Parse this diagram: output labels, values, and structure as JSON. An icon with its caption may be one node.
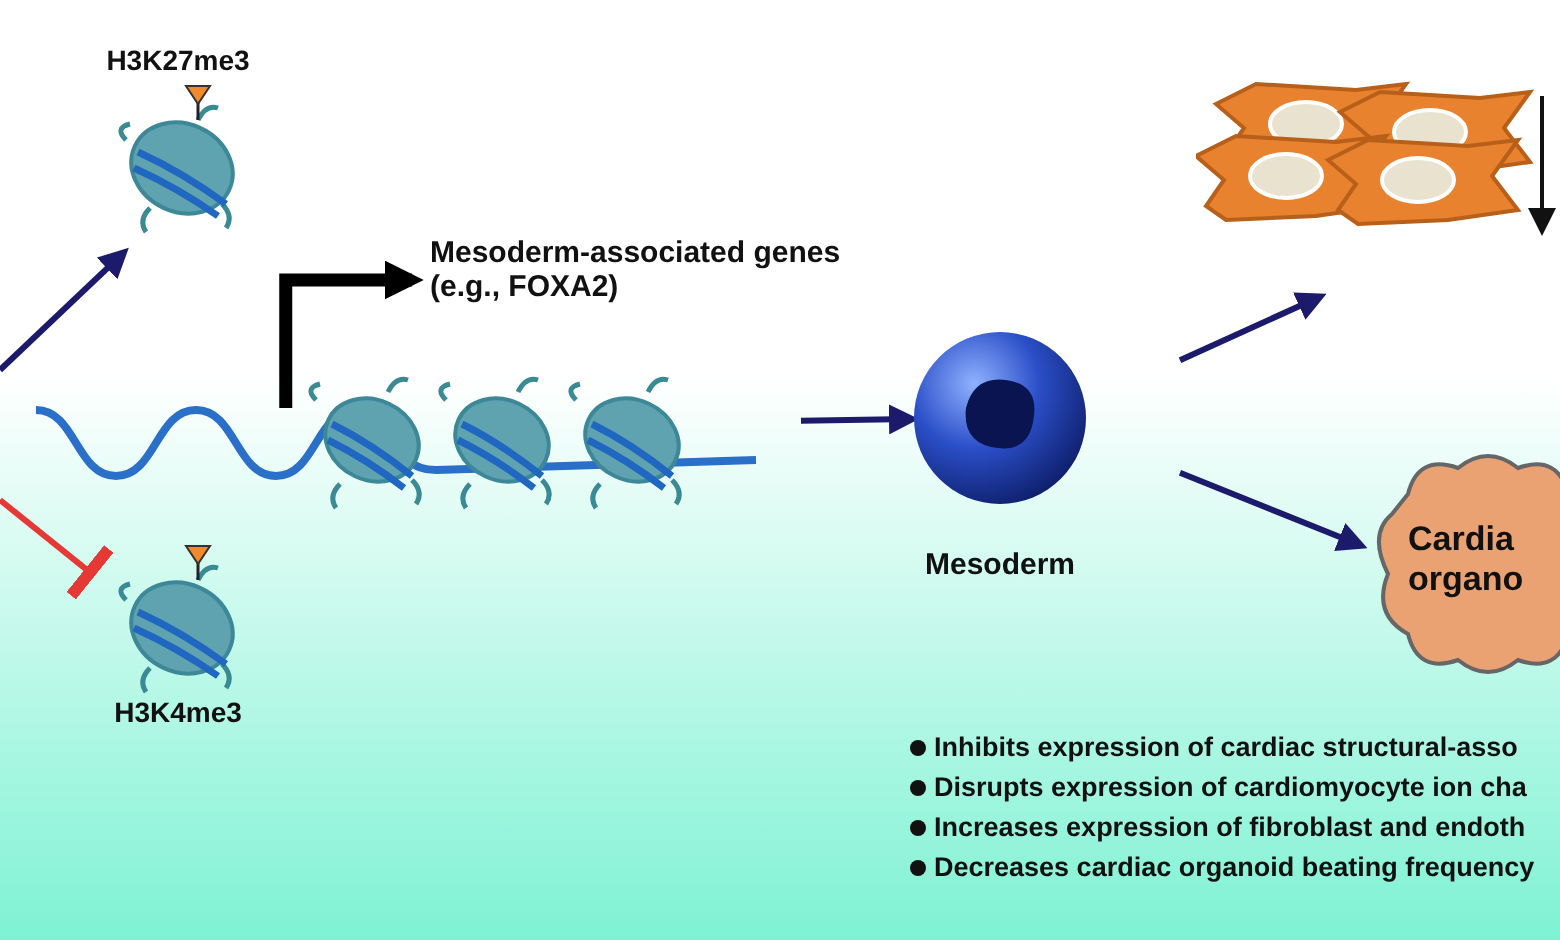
{
  "diagram": {
    "nodes": [
      {
        "text": [
          "H3K27me3"
        ]
      },
      {
        "text": [
          "H3K4me3"
        ]
      },
      {
        "text": [],
        "shape": "picture"
      },
      {
        "text": [
          "Mesoderm-associated genes (e.g., FOXA2)"
        ]
      },
      {
        "text": [
          "Mesoderm"
        ]
      },
      {
        "text": [],
        "shape": "picture"
      },
      {
        "text": [
          "Cardia organo"
        ]
      }
    ],
    "edges": [
      {
        "from": null,
        "to": 0,
        "arrow": "to"
      },
      {
        "from": null,
        "to": 1,
        "arrow": "other",
        "color": "#e53935"
      },
      {
        "from": 2,
        "to": 3,
        "arrow": "to",
        "style": "thick",
        "color": "#000000"
      },
      {
        "from": 2,
        "to": 4,
        "arrow": "to"
      },
      {
        "from": 4,
        "to": 5,
        "arrow": "to"
      },
      {
        "from": 4,
        "to": 6,
        "arrow": "to"
      }
    ],
    "labels": [
      "Inhibits expression of cardiac structural-asso",
      "Disrupts expression of cardiomyocyte ion cha",
      "Increases expression of fibroblast and endoth",
      "Decreases cardiac organoid beating frequency"
    ]
  }
}
